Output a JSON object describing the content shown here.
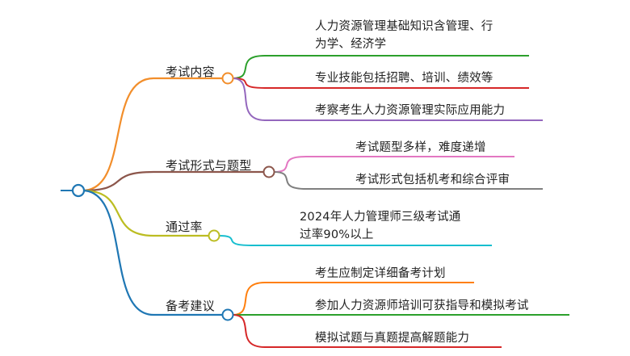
{
  "mindmap": {
    "branches": [
      {
        "label": "考试内容",
        "color": "#f28e2b",
        "children": [
          {
            "lines": [
              "人力资源管理基础知识含管理、行",
              "为学、经济学"
            ],
            "color": "#2ca02c"
          },
          {
            "lines": [
              "专业技能包括招聘、培训、绩效等"
            ],
            "color": "#d62728"
          },
          {
            "lines": [
              "考察考生人力资源管理实际应用能力"
            ],
            "color": "#9467bd"
          }
        ]
      },
      {
        "label": "考试形式与题型",
        "color": "#8c564b",
        "children": [
          {
            "lines": [
              "考试题型多样，难度递增"
            ],
            "color": "#e377c2"
          },
          {
            "lines": [
              "考试形式包括机考和综合评审"
            ],
            "color": "#7f7f7f"
          }
        ]
      },
      {
        "label": "通过率",
        "color": "#bcbd22",
        "children": [
          {
            "lines": [
              "2024年人力管理师三级考试通",
              "过率90%以上"
            ],
            "color": "#17becf"
          }
        ]
      },
      {
        "label": "备考建议",
        "color": "#1f77b4",
        "children": [
          {
            "lines": [
              "考生应制定详细备考计划"
            ],
            "color": "#ff7f0e"
          },
          {
            "lines": [
              "参加人力资源师培训可获指导和模拟考试"
            ],
            "color": "#2ca02c"
          },
          {
            "lines": [
              "模拟试题与真题提高解题能力"
            ],
            "color": "#d62728"
          }
        ]
      }
    ]
  }
}
